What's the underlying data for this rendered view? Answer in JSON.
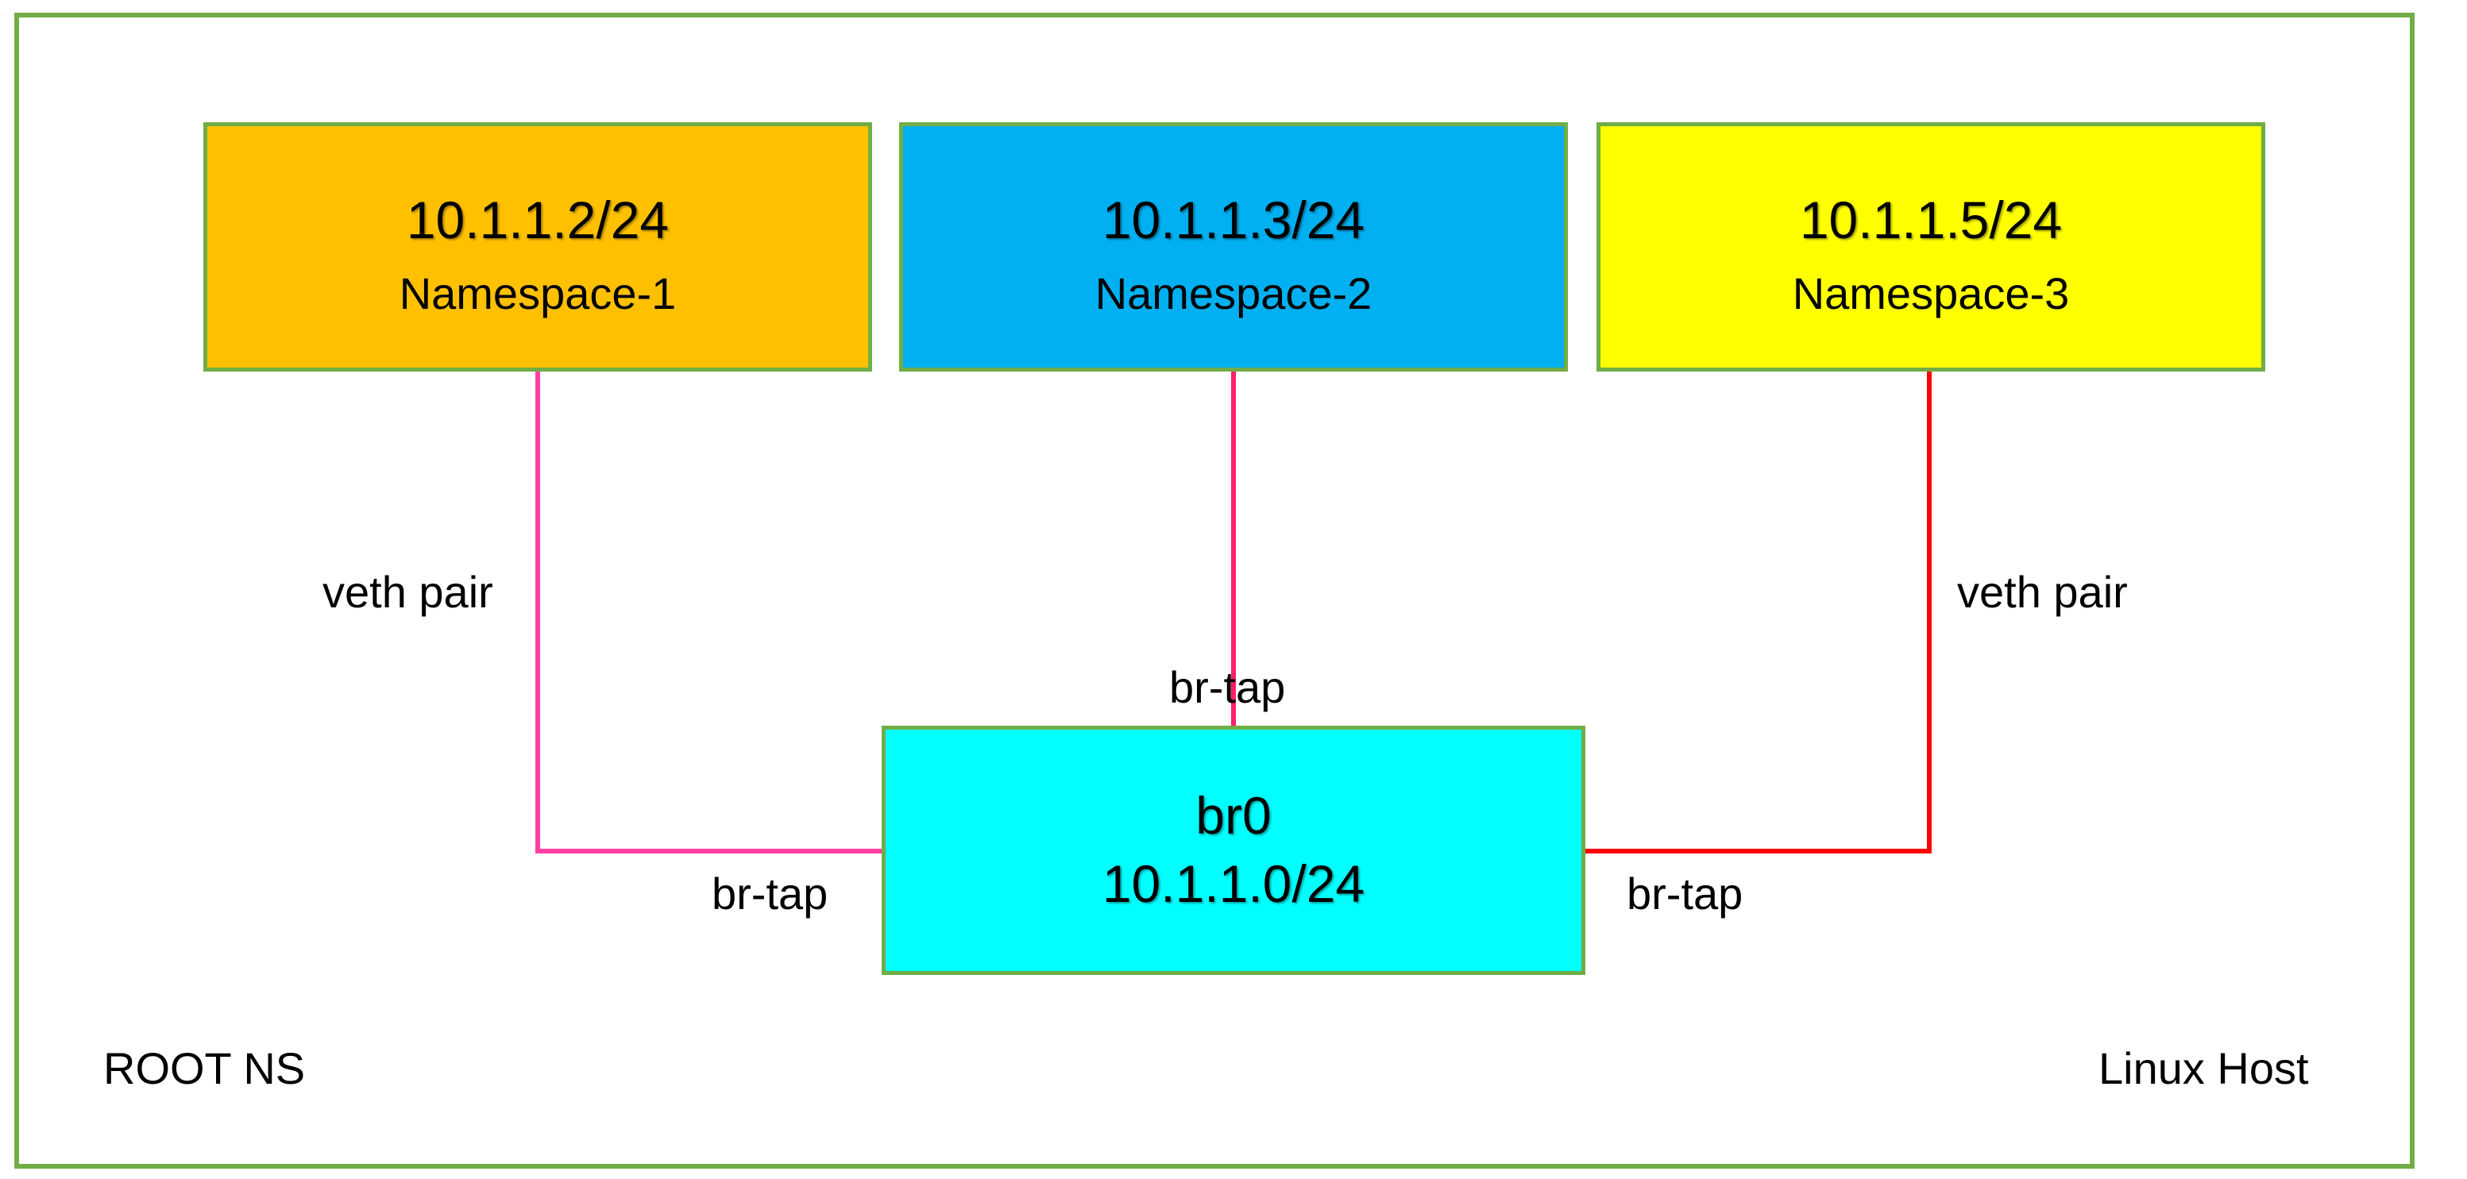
{
  "host": {
    "label": "Linux Host",
    "root_ns_label": "ROOT NS",
    "frame_color": "#70ad47"
  },
  "namespaces": [
    {
      "ip": "10.1.1.2/24",
      "name": "Namespace-1",
      "color": "#ffc000",
      "link_color": "#ff3fa4"
    },
    {
      "ip": "10.1.1.3/24",
      "name": "Namespace-2",
      "color": "#00b0f0",
      "link_color": "#ff1f6e"
    },
    {
      "ip": "10.1.1.5/24",
      "name": "Namespace-3",
      "color": "#ffff00",
      "link_color": "#ff0000"
    }
  ],
  "bridge": {
    "name": "br0",
    "subnet": "10.1.1.0/24",
    "color": "#00ffff"
  },
  "links": {
    "veth_label": "veth pair",
    "tap_label": "br-tap"
  }
}
